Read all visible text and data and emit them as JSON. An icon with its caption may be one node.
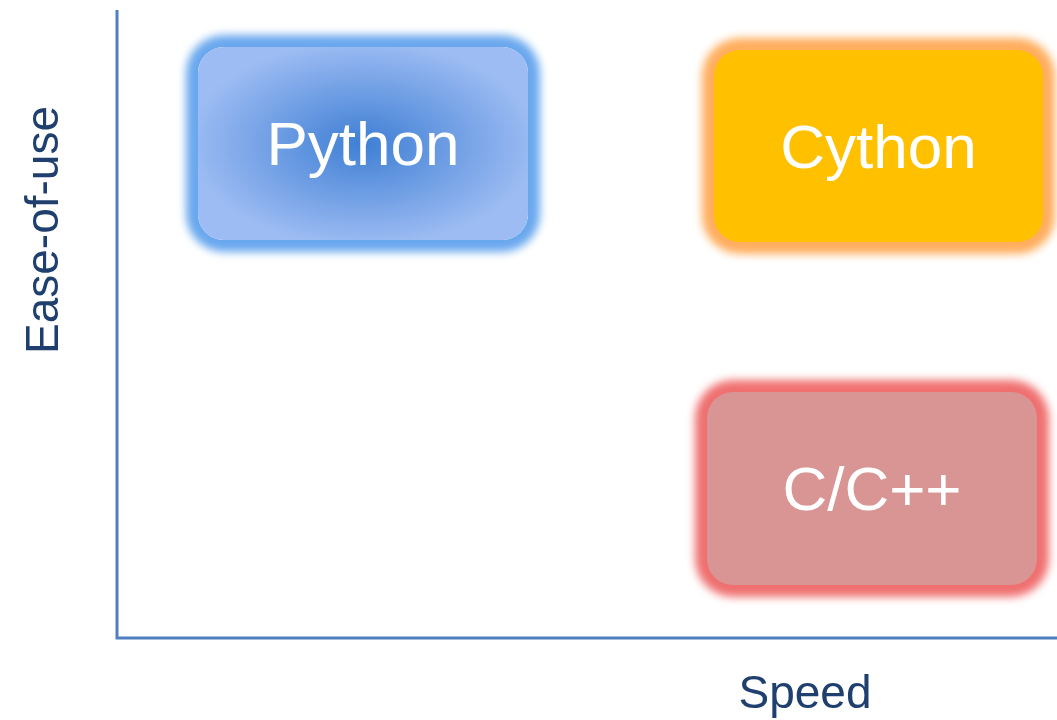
{
  "diagram": {
    "nodes": [
      {
        "text": [
          "Python"
        ]
      },
      {
        "text": [
          "Cython"
        ]
      },
      {
        "text": [
          "C/C++"
        ]
      }
    ],
    "labels": [
      "Ease-of-use",
      "Speed"
    ]
  }
}
